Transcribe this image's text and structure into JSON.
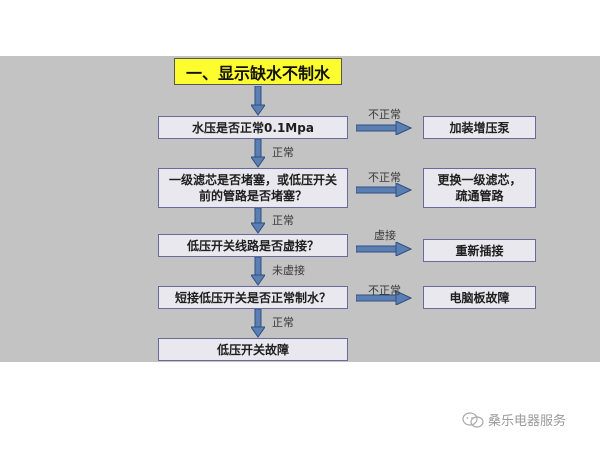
{
  "title": "一、显示缺水不制水",
  "steps": [
    {
      "label": "水压是否正常0.1Mpa"
    },
    {
      "label": "一级滤芯是否堵塞，或低压开关前的管路是否堵塞？"
    },
    {
      "label": "低压开关线路是否虚接？"
    },
    {
      "label": "短接低压开关是否正常制水？"
    },
    {
      "label": "低压开关故障"
    }
  ],
  "down_labels": [
    "正常",
    "正常",
    "未虚接",
    "正常"
  ],
  "branches": [
    {
      "condition": "不正常",
      "action": "加装增压泵"
    },
    {
      "condition": "不正常",
      "action": "更换一级滤芯，疏通管路"
    },
    {
      "condition": "虚接",
      "action": "重新插接"
    },
    {
      "condition": "不正常",
      "action": "电脑板故障"
    }
  ],
  "watermark": "桑乐电器服务",
  "colors": {
    "panel": "#c3c3c4",
    "title_bg": "#fcfc2e",
    "box_bg": "#e8e8ee",
    "box_border": "#6a6a9a",
    "arrow": "#5b7fb3"
  }
}
